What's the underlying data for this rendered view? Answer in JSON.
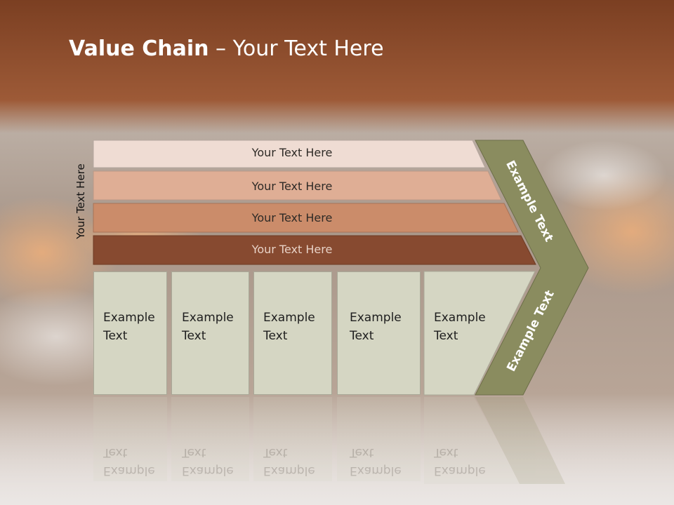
{
  "title": {
    "bold": "Value Chain",
    "light": " – Your Text Here"
  },
  "side_label": "Your Text Here",
  "bars": [
    {
      "label": "Your Text Here",
      "color": "#efdcd3"
    },
    {
      "label": "Your Text Here",
      "color": "#dfae95"
    },
    {
      "label": "Your Text Here",
      "color": "#cb8c6a"
    },
    {
      "label": "Your Text Here",
      "color": "#874a30"
    }
  ],
  "boxes": [
    {
      "label": "Example\nText"
    },
    {
      "label": "Example\nText"
    },
    {
      "label": "Example\nText"
    },
    {
      "label": "Example\nText"
    },
    {
      "label": "Example\nText"
    }
  ],
  "chevron": {
    "upper_label": "Example Text",
    "lower_label": "Example Text",
    "color": "#8a8c5f"
  },
  "colors": {
    "header": "#8f4d2d",
    "box_fill": "#d5d6c3"
  }
}
